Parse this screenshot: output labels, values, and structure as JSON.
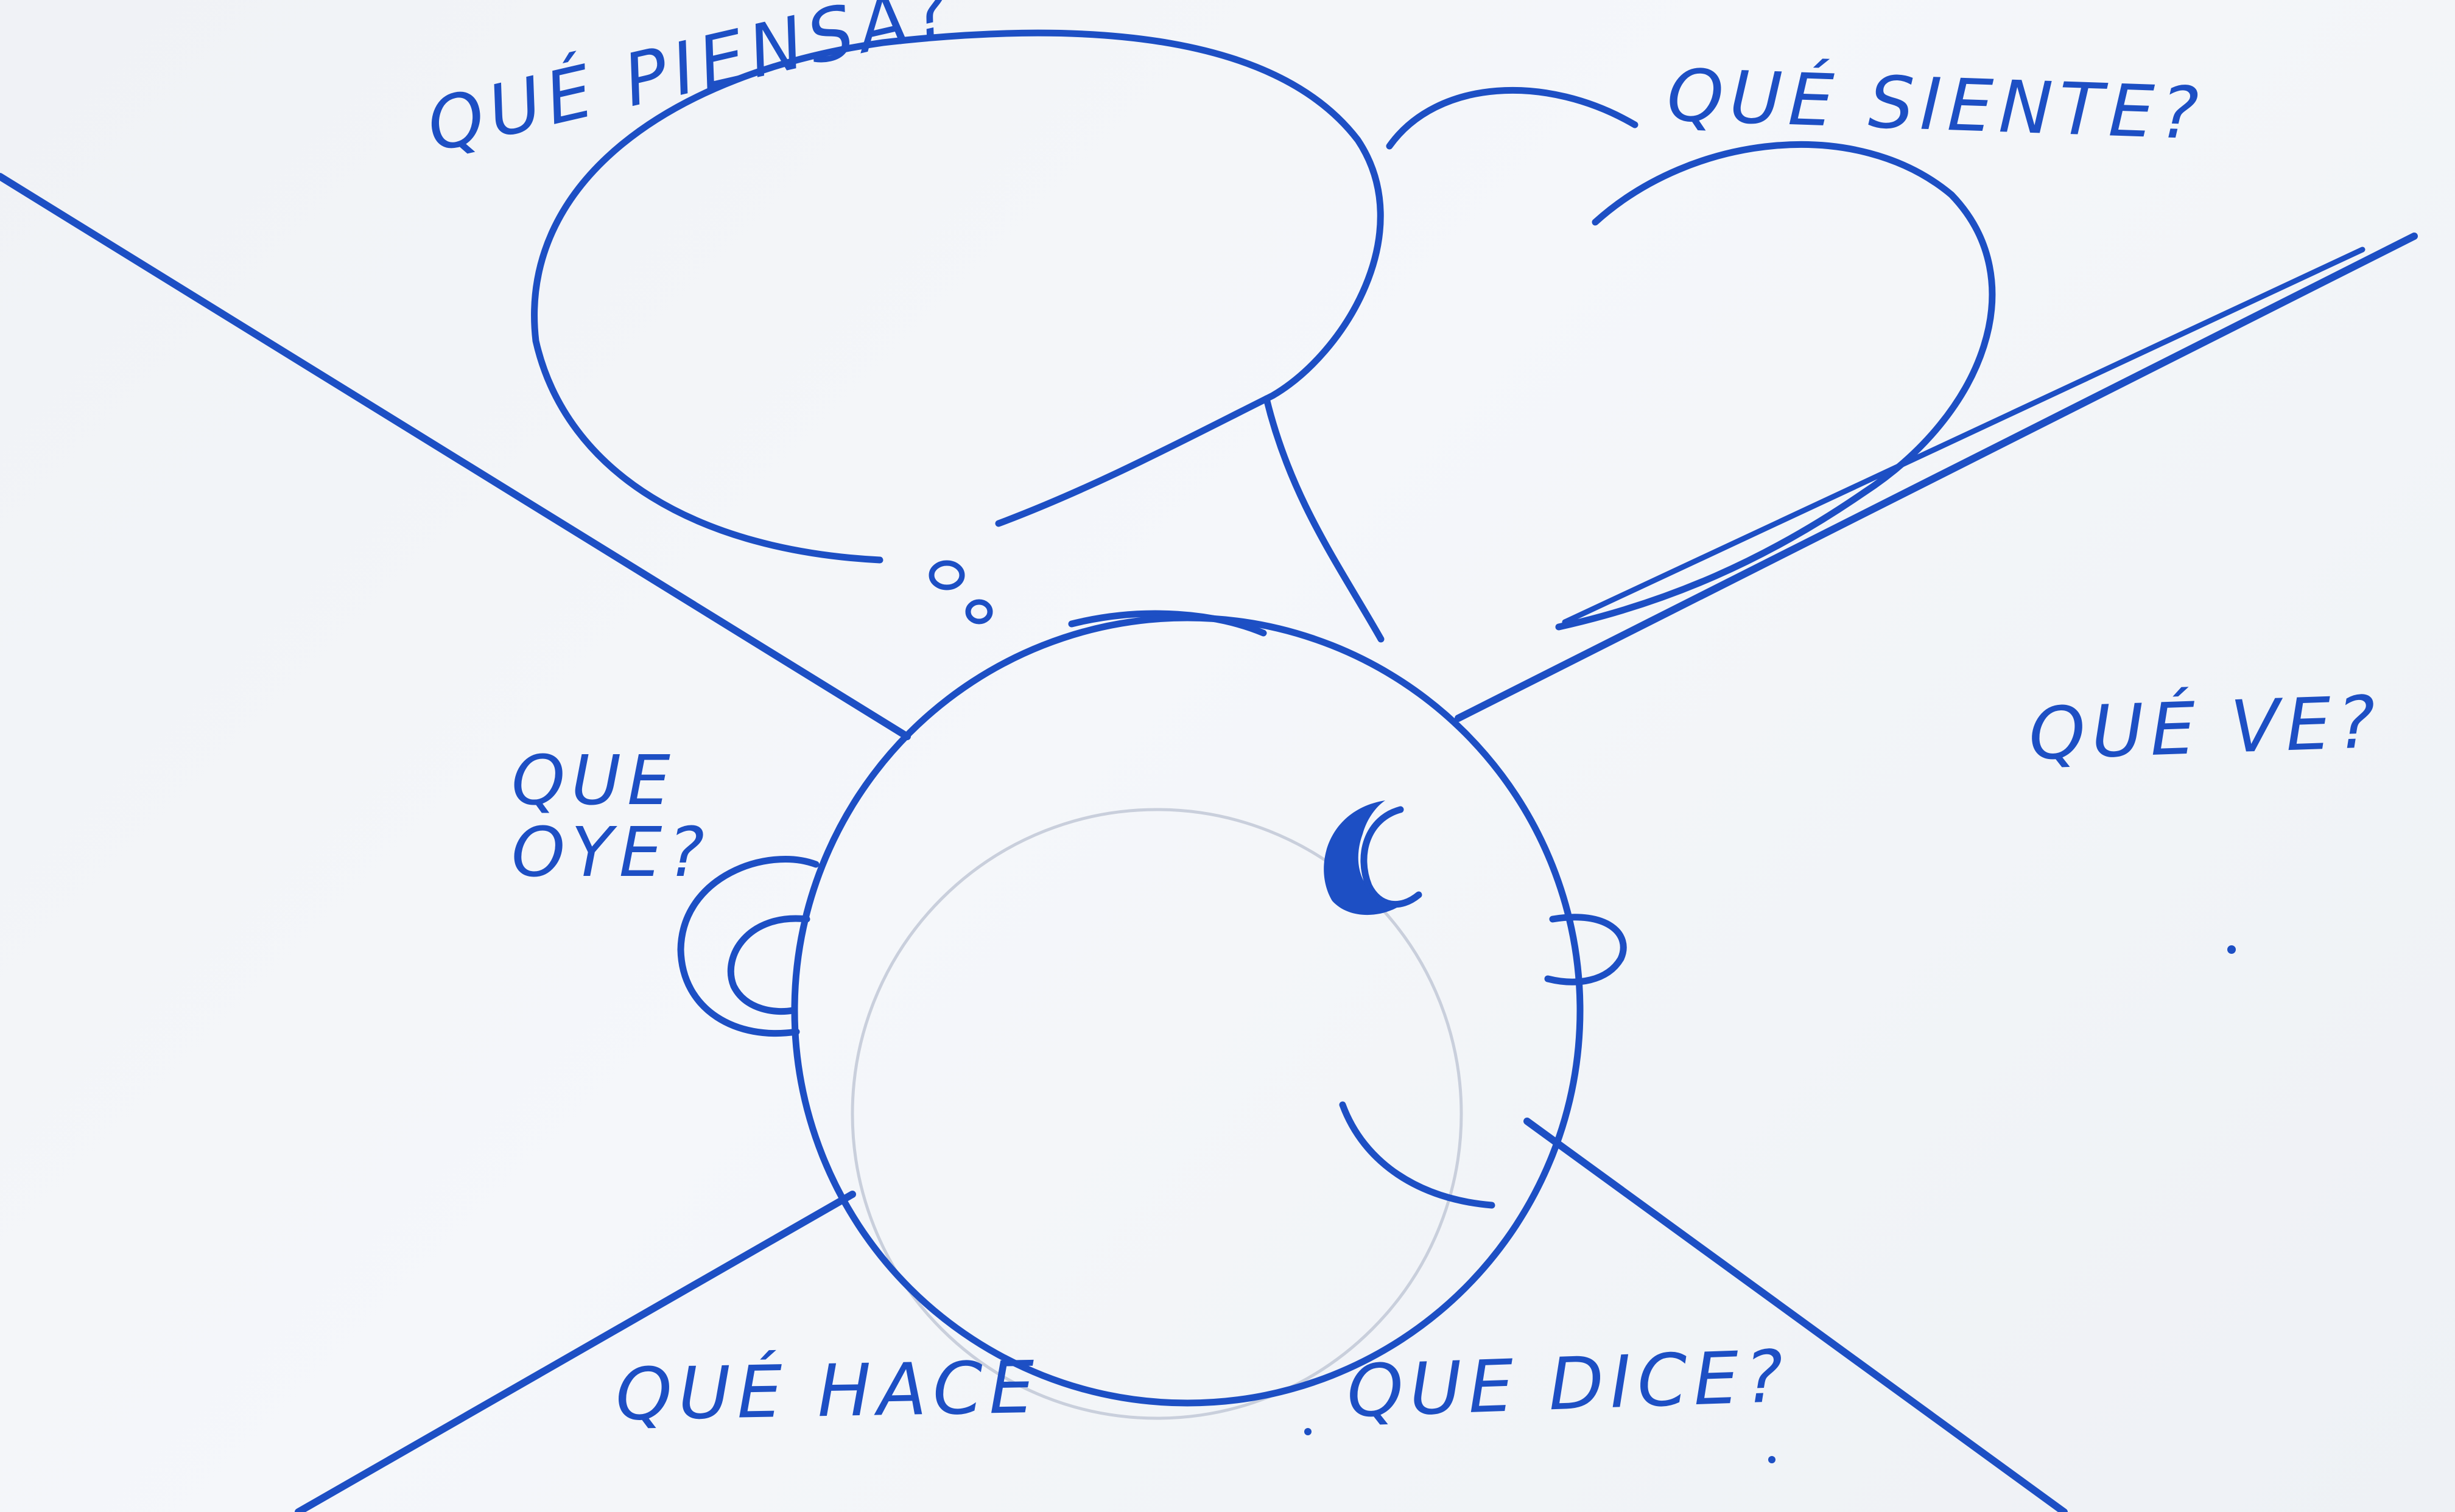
{
  "colors": {
    "ink": "#1d4fc4",
    "paper": "#f3f5f8",
    "pencil": "#c9cfdc"
  },
  "labels": {
    "piensa": "QUÉ PIENSA?",
    "siente": "QUÉ SIENTE?",
    "ve": "QUÉ VE?",
    "oye": "QUE\nOYE?",
    "hace": "QUÉ HACE",
    "dice": "QUE DICE?"
  }
}
